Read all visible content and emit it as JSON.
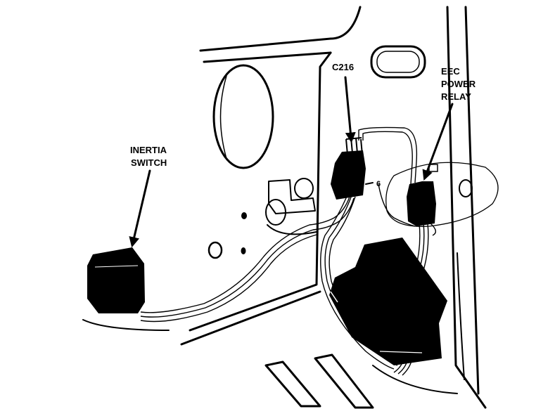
{
  "labels": {
    "inertia_switch_line1": "INERTIA",
    "inertia_switch_line2": "SWITCH",
    "connector": "C216",
    "relay_line1": "EEC",
    "relay_line2": "POWER",
    "relay_line3": "RELAY",
    "ground_mark": "6"
  },
  "colors": {
    "ink": "#000000",
    "paper": "#ffffff"
  }
}
